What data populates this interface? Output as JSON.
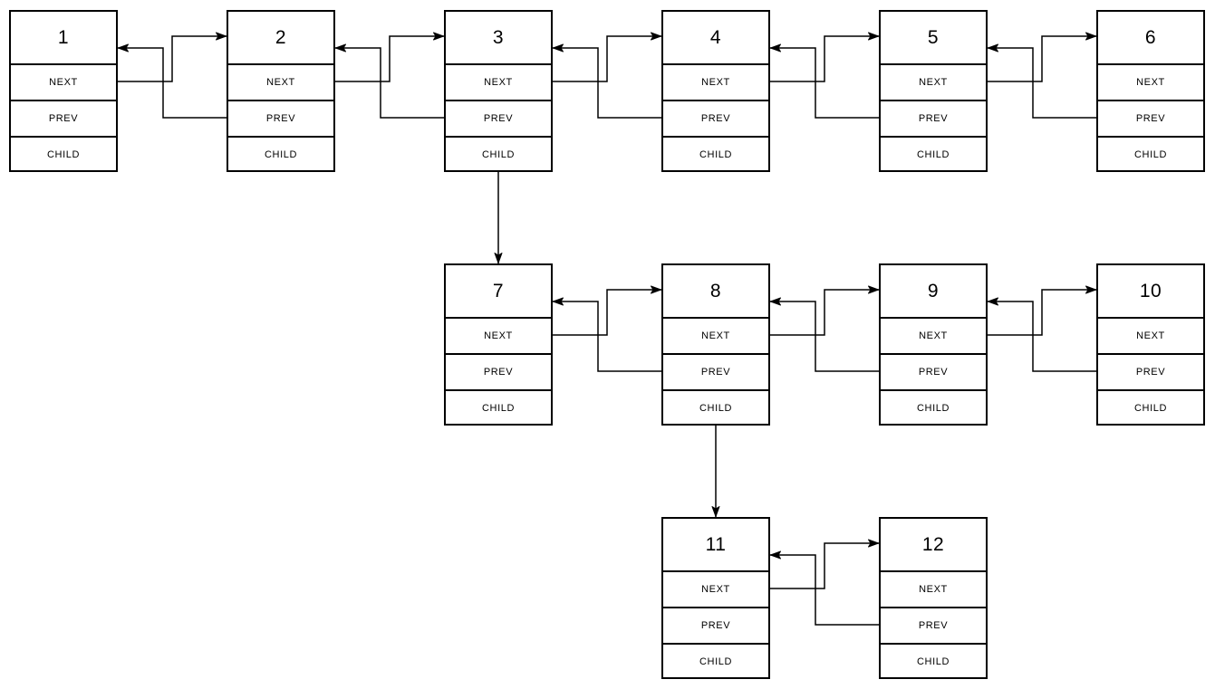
{
  "diagram": {
    "type": "multilevel-doubly-linked-list",
    "field_labels": [
      "NEXT",
      "PREV",
      "CHILD"
    ],
    "nodes": [
      {
        "label": "1",
        "col": 0,
        "row": 0
      },
      {
        "label": "2",
        "col": 1,
        "row": 0
      },
      {
        "label": "3",
        "col": 2,
        "row": 0
      },
      {
        "label": "4",
        "col": 3,
        "row": 0
      },
      {
        "label": "5",
        "col": 4,
        "row": 0
      },
      {
        "label": "6",
        "col": 5,
        "row": 0
      },
      {
        "label": "7",
        "col": 2,
        "row": 1
      },
      {
        "label": "8",
        "col": 3,
        "row": 1
      },
      {
        "label": "9",
        "col": 4,
        "row": 1
      },
      {
        "label": "10",
        "col": 5,
        "row": 1
      },
      {
        "label": "11",
        "col": 3,
        "row": 2
      },
      {
        "label": "12",
        "col": 4,
        "row": 2
      }
    ],
    "sibling_links": [
      [
        "1",
        "2"
      ],
      [
        "2",
        "3"
      ],
      [
        "3",
        "4"
      ],
      [
        "4",
        "5"
      ],
      [
        "5",
        "6"
      ],
      [
        "7",
        "8"
      ],
      [
        "8",
        "9"
      ],
      [
        "9",
        "10"
      ],
      [
        "11",
        "12"
      ]
    ],
    "child_links": [
      [
        "3",
        "7"
      ],
      [
        "8",
        "11"
      ]
    ],
    "colors": {
      "background": "#ffffff",
      "node_fill": "#ffffff",
      "node_border": "#000000",
      "text": "#000000",
      "arrow": "#000000"
    }
  }
}
